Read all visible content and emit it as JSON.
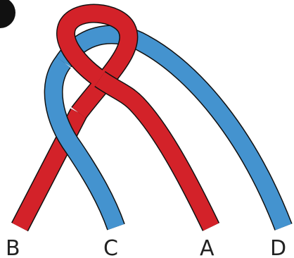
{
  "diagram": {
    "colors": {
      "red": "#d32229",
      "blue": "#4493cf",
      "outline": "#111111",
      "corner_mark": "#111111",
      "label": "#222222"
    },
    "strands": [
      {
        "id": "red",
        "ends": [
          "B",
          "A"
        ]
      },
      {
        "id": "blue",
        "ends": [
          "C",
          "D"
        ]
      }
    ],
    "labels": {
      "b": "B",
      "c": "C",
      "a": "A",
      "d": "D"
    }
  }
}
